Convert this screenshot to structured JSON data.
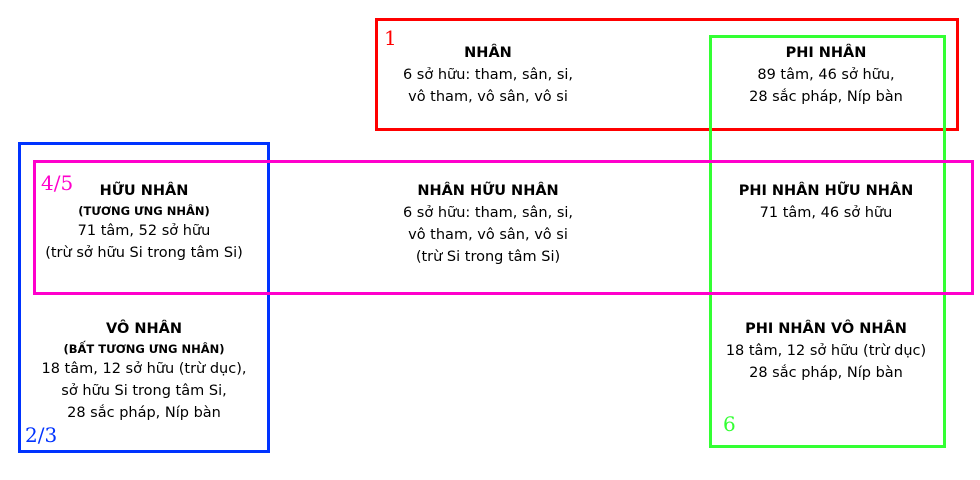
{
  "frames": [
    {
      "label": "1",
      "color": "#ff0000"
    },
    {
      "label": "6",
      "color": "#33ff33"
    },
    {
      "label": "2/3",
      "color": "#0033ff"
    },
    {
      "label": "4/5",
      "color": "#ff00cc"
    }
  ],
  "nodes": {
    "nhan": {
      "title": "NHÂN",
      "lines": [
        "6 sở hữu: tham, sân, si,",
        "vô tham, vô sân, vô si"
      ]
    },
    "phi_nhan": {
      "title": "PHI NHÂN",
      "lines": [
        "89 tâm, 46 sở hữu,",
        "28 sắc pháp, Níp bàn"
      ]
    },
    "huu_nhan": {
      "title": "HỮU NHÂN",
      "subtitle": "(TƯƠNG ƯNG NHÂN)",
      "lines": [
        "71 tâm, 52 sở hữu",
        "(trừ sở hữu Si trong tâm Si)"
      ]
    },
    "nhan_huu_nhan": {
      "title": "NHÂN HỮU NHÂN",
      "lines": [
        "6 sở hữu: tham, sân, si,",
        "vô tham, vô sân, vô si",
        "(trừ Si trong tâm Si)"
      ]
    },
    "phi_nhan_huu_nhan": {
      "title": "PHI NHÂN HỮU NHÂN",
      "lines": [
        "71 tâm, 46 sở hữu"
      ]
    },
    "vo_nhan": {
      "title": "VÔ NHÂN",
      "subtitle": "(BẤT TƯƠNG ƯNG NHÂN)",
      "lines": [
        "18 tâm, 12 sở hữu (trừ dục),",
        "sở hữu Si trong tâm Si,",
        "28 sắc pháp, Níp bàn"
      ]
    },
    "phi_nhan_vo_nhan": {
      "title": "PHI NHÂN VÔ NHÂN",
      "lines": [
        "18 tâm, 12 sở hữu (trừ dục)",
        "28 sắc pháp, Níp bàn"
      ]
    }
  }
}
